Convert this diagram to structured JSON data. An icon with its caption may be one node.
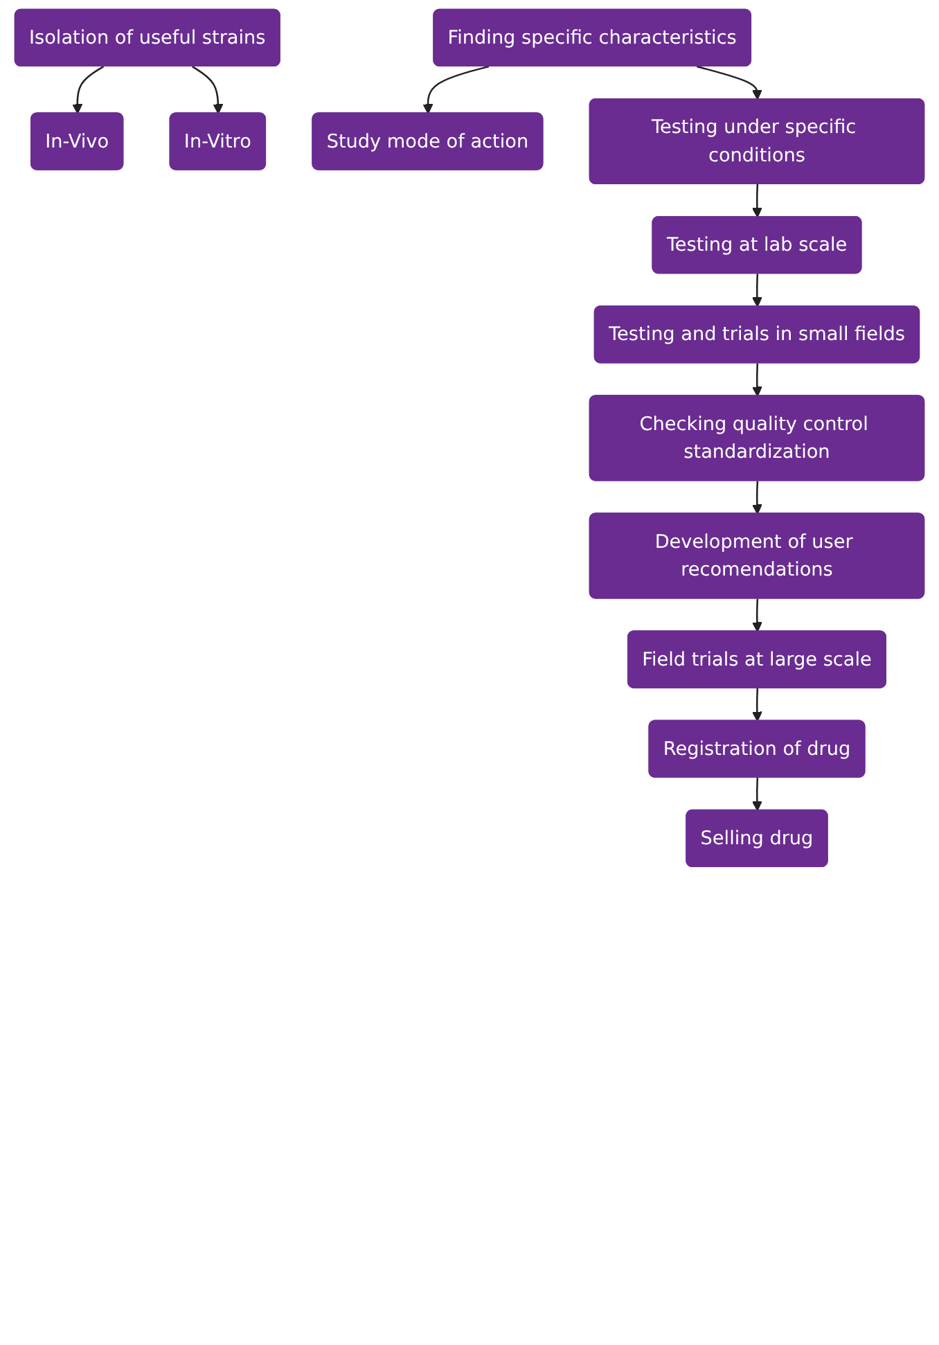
{
  "diagram": {
    "nodes": [
      {
        "text": [
          "Isolation of useful strains"
        ]
      },
      {
        "text": [
          "In-Vivo"
        ]
      },
      {
        "text": [
          "In-Vitro"
        ]
      },
      {
        "text": [
          "Finding specific characteristics"
        ]
      },
      {
        "text": [
          "Study mode of action"
        ]
      },
      {
        "text": [
          "Testing under specific conditions"
        ]
      },
      {
        "text": [
          "Testing at lab scale"
        ]
      },
      {
        "text": [
          "Testing and trials in small fields"
        ]
      },
      {
        "text": [
          "Checking quality control standardization"
        ]
      },
      {
        "text": [
          "Development of user recomendations"
        ]
      },
      {
        "text": [
          "Field trials at large scale"
        ]
      },
      {
        "text": [
          "Registration of drug"
        ]
      },
      {
        "text": [
          "Selling drug"
        ]
      }
    ],
    "edges": [
      {
        "from": 0,
        "to": 1,
        "arrow": "to"
      },
      {
        "from": 0,
        "to": 2,
        "arrow": "to"
      },
      {
        "from": 3,
        "to": 4,
        "arrow": "to"
      },
      {
        "from": 3,
        "to": 5,
        "arrow": "to"
      },
      {
        "from": 5,
        "to": 6,
        "arrow": "to"
      },
      {
        "from": 6,
        "to": 7,
        "arrow": "to"
      },
      {
        "from": 7,
        "to": 8,
        "arrow": "to"
      },
      {
        "from": 8,
        "to": 9,
        "arrow": "to"
      },
      {
        "from": 9,
        "to": 10,
        "arrow": "to"
      },
      {
        "from": 10,
        "to": 11,
        "arrow": "to"
      },
      {
        "from": 11,
        "to": 12,
        "arrow": "to"
      }
    ]
  }
}
